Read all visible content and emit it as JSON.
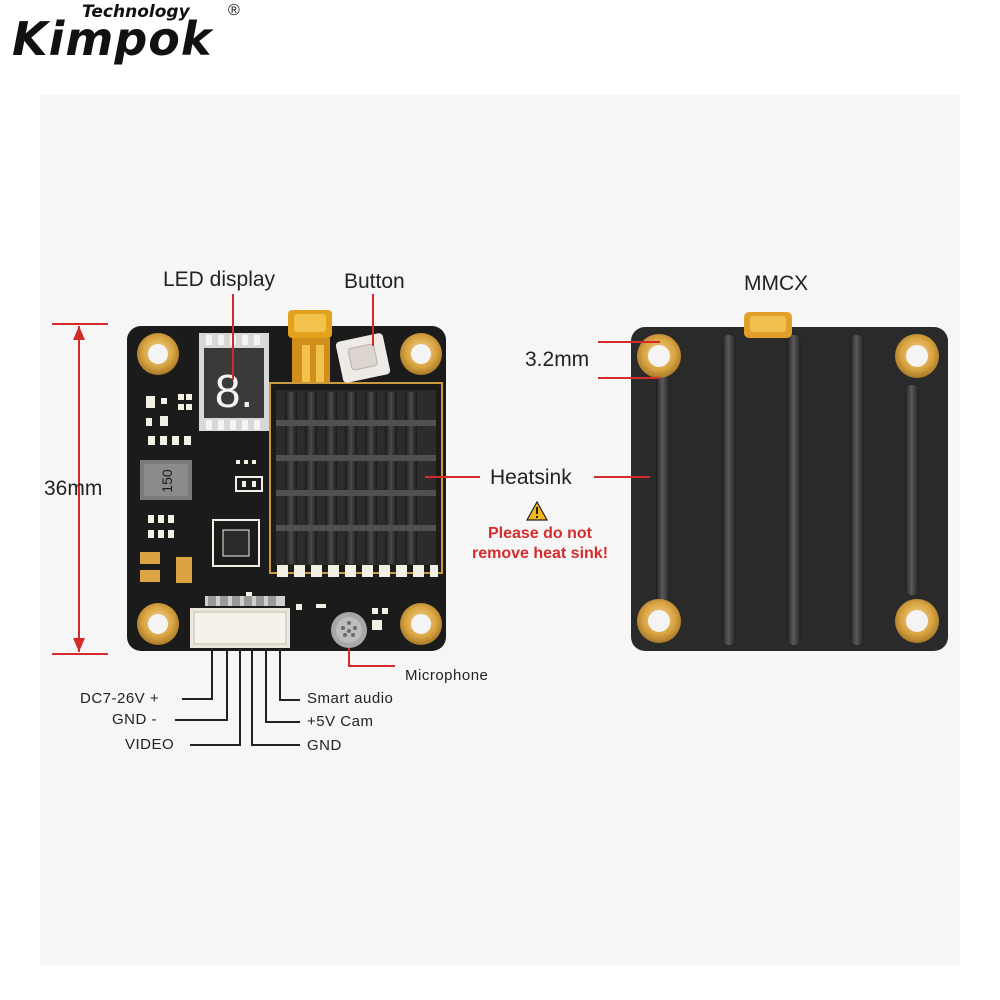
{
  "brand": {
    "tagline": "Technology",
    "name": "Kimpok",
    "registered_mark": "®"
  },
  "labels": {
    "led_display": "LED display",
    "button": "Button",
    "mmcx": "MMCX",
    "hole_diameter": "3.2mm",
    "board_size": "36mm",
    "heatsink": "Heatsink",
    "warning_line1": "Please do not",
    "warning_line2": "remove heat sink!",
    "microphone": "Microphone",
    "pins": {
      "dc": "DC7-26V +",
      "gnd_minus": "GND  -",
      "video": "VIDEO",
      "smart_audio": "Smart audio",
      "cam_5v": "+5V  Cam",
      "gnd": "GND"
    }
  },
  "components": {
    "led_digit": "8.",
    "inductor_marking": "150"
  },
  "colors": {
    "pcb": "#1b1b1b",
    "gold": "#d9a441",
    "heatsink": "#2a2a2a",
    "dimension_line": "#d42a2a",
    "warning_text": "#d62b2b"
  }
}
